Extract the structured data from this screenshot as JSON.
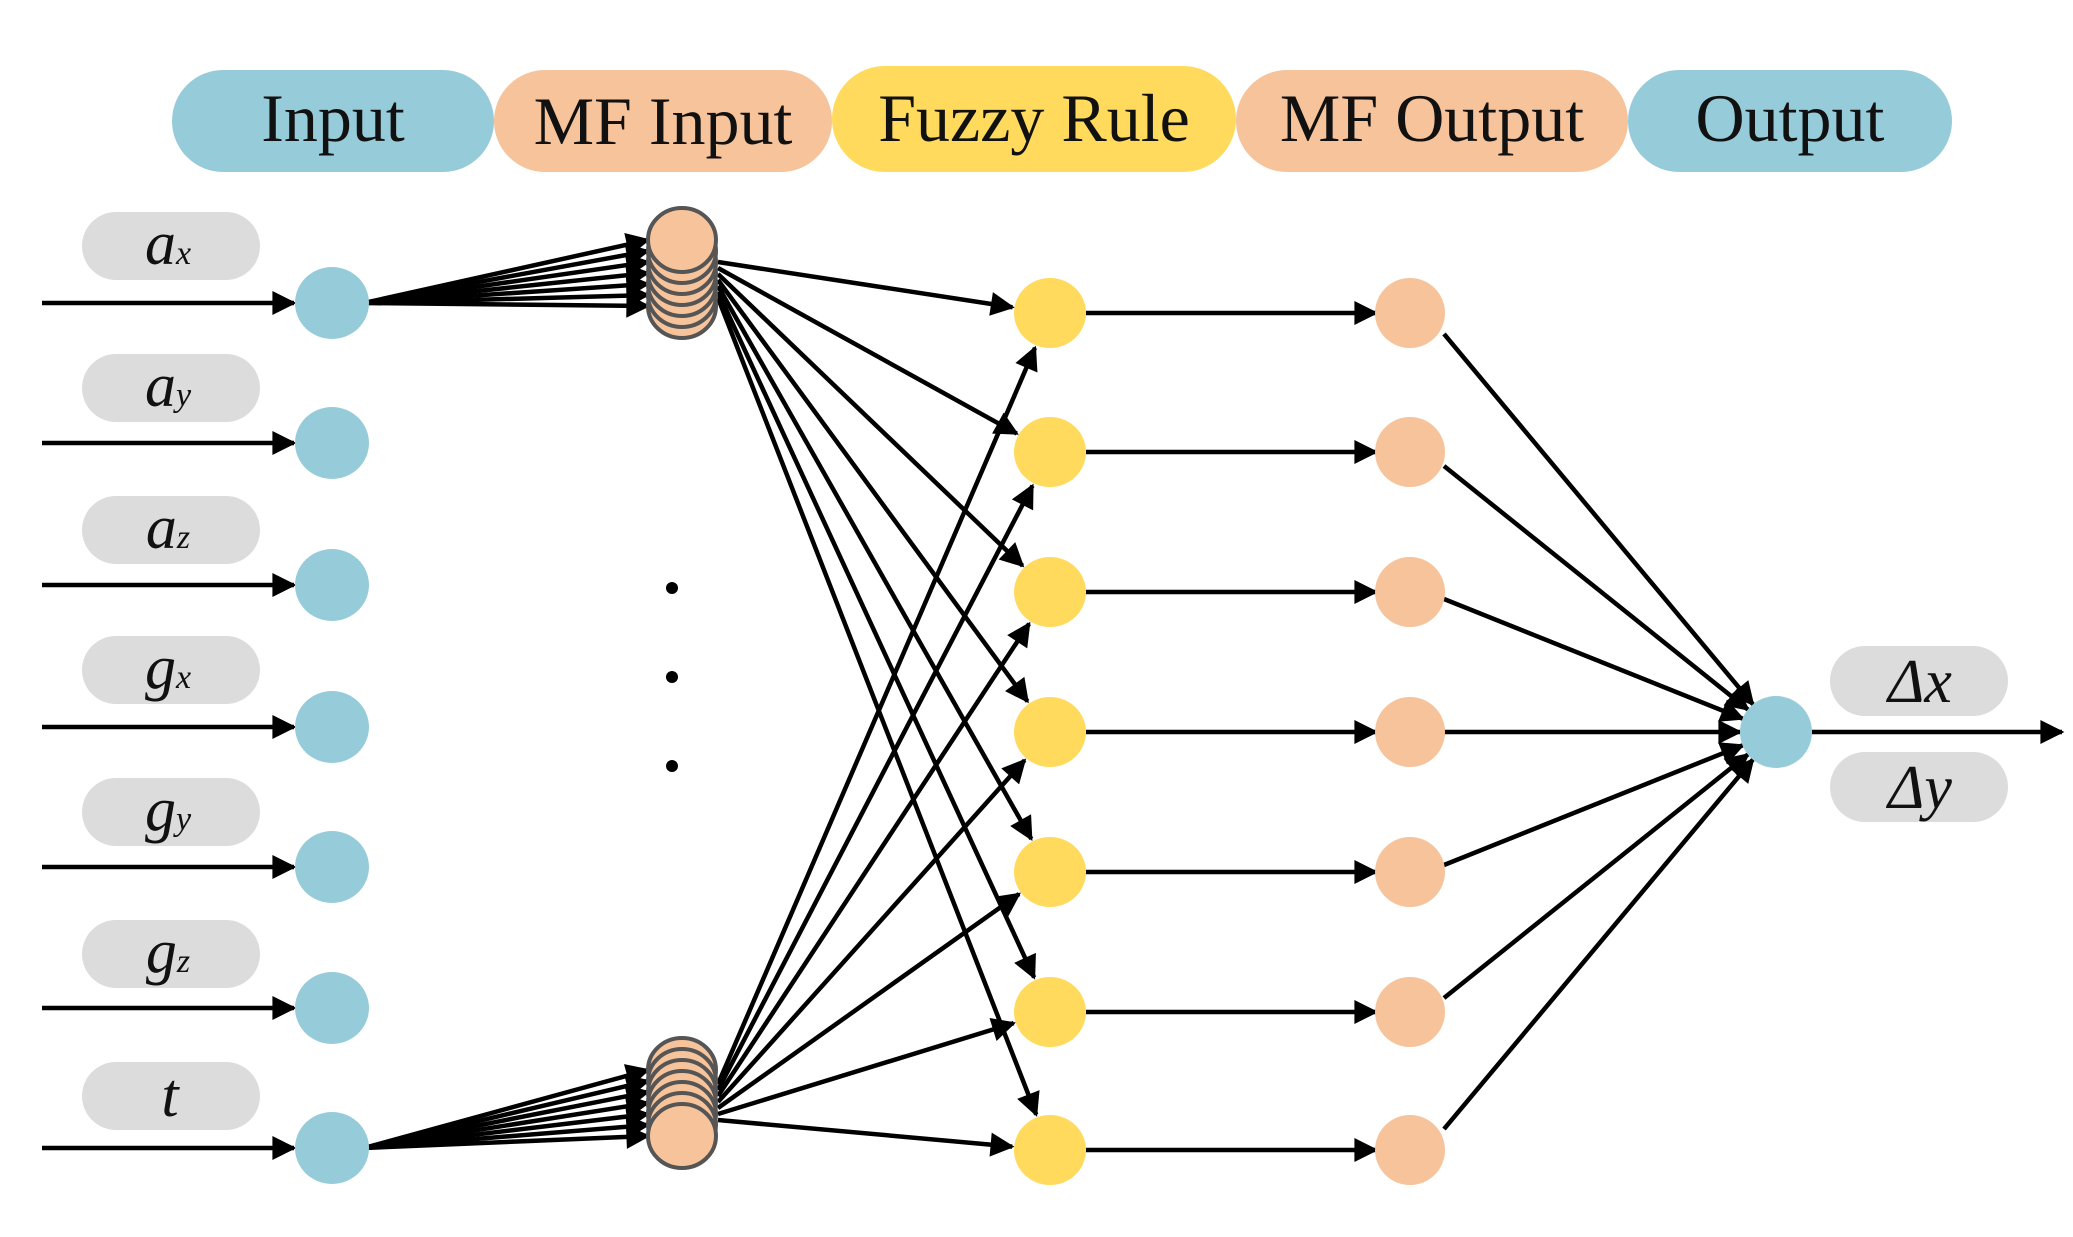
{
  "header": {
    "stages": [
      {
        "label": "Input",
        "color": "#96CCD9"
      },
      {
        "label": "MF Input",
        "color": "#F6C39B"
      },
      {
        "label": "Fuzzy Rule",
        "color": "#FFDA5C"
      },
      {
        "label": "MF Output",
        "color": "#F6C39B"
      },
      {
        "label": "Output",
        "color": "#96CCD9"
      }
    ]
  },
  "inputs": [
    {
      "base": "a",
      "sub": "x"
    },
    {
      "base": "a",
      "sub": "y"
    },
    {
      "base": "a",
      "sub": "z"
    },
    {
      "base": "g",
      "sub": "x"
    },
    {
      "base": "g",
      "sub": "y"
    },
    {
      "base": "g",
      "sub": "z"
    },
    {
      "base": "t",
      "sub": ""
    }
  ],
  "outputs": [
    {
      "symbol": "Δ",
      "var": "x"
    },
    {
      "symbol": "Δ",
      "var": "y"
    }
  ],
  "ellipsis": "· · ·",
  "counts": {
    "mf_stack": 7,
    "rules": 7,
    "mf_outputs": 7
  },
  "colors": {
    "input_node": "#96CCD9",
    "mf_node": "#F6C39B",
    "rule_node": "#FFDA5C",
    "label_pill": "#DCDCDC",
    "edge": "#000000"
  }
}
